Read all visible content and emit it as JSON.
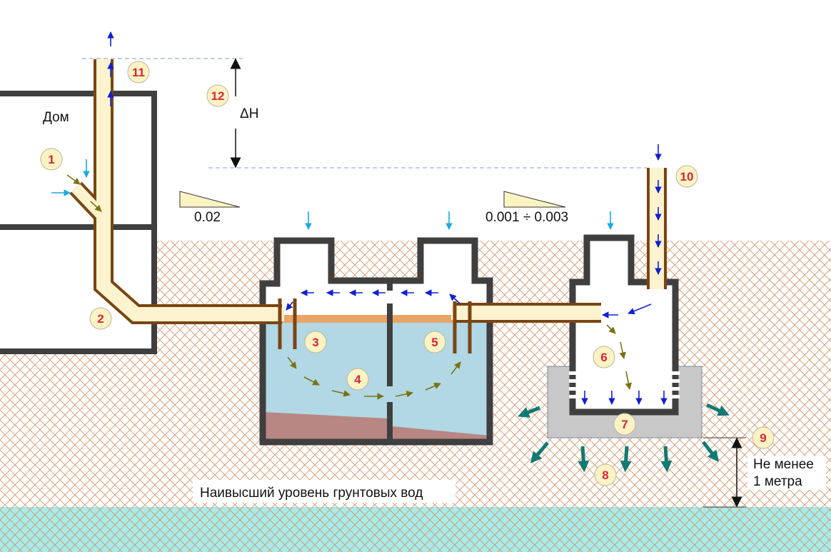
{
  "labels": {
    "house": "Дом",
    "slope_left": "0.02",
    "slope_right": "0.001 ÷ 0.003",
    "delta_h": "ΔH",
    "groundwater": "Наивысший уровень грунтовых вод",
    "min_line1": "Не менее",
    "min_line2": "1 метра"
  },
  "markers": [
    "1",
    "2",
    "3",
    "4",
    "5",
    "6",
    "7",
    "8",
    "9",
    "10",
    "11",
    "12"
  ],
  "colors": {
    "pipe_wall": "#7a4513",
    "pipe_fill": "#fdf3cf",
    "structure": "#3f3f3f",
    "soil_hatch": "#d4956a",
    "water": "#b1d8e4",
    "scum": "#e9a466",
    "sludge": "#b88683",
    "gravel": "#c8c8c8",
    "groundwater": "#a5ecea",
    "arrow_air": "#1aa9e6",
    "arrow_flow": "#1020d0",
    "arrow_sewage": "#7a7212",
    "arrow_seep": "#127a72",
    "marker_fill": "#fcf3c3",
    "marker_text": "#d8253a"
  }
}
